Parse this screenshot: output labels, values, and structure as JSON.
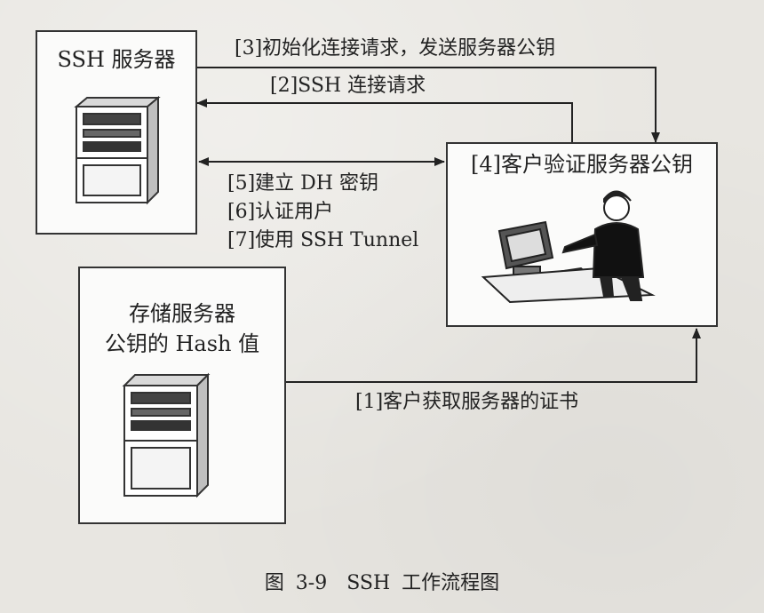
{
  "nodes": {
    "ssh_server": {
      "title": "SSH 服务器"
    },
    "client": {
      "title": "[4]客户验证服务器公钥"
    },
    "key_store": {
      "title_line1": "存储服务器",
      "title_line2": "公钥的 Hash 值"
    }
  },
  "edges": {
    "e3": "[3]初始化连接请求，发送服务器公钥",
    "e2": "[2]SSH 连接请求",
    "e5": "[5]建立 DH 密钥",
    "e6": "[6]认证用户",
    "e7": "[7]使用 SSH Tunnel",
    "e1": "[1]客户获取服务器的证书"
  },
  "caption": "图 3-9　SSH 工作流程图"
}
